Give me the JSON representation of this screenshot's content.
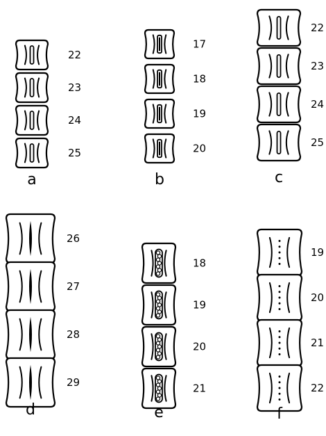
{
  "panels": [
    {
      "id": "a",
      "label": "a",
      "vertebrae": [
        "22",
        "23",
        "24",
        "25"
      ]
    },
    {
      "id": "b",
      "label": "b",
      "vertebrae": [
        "17",
        "18",
        "19",
        "20"
      ]
    },
    {
      "id": "c",
      "label": "c",
      "vertebrae": [
        "22",
        "23",
        "24",
        "25"
      ]
    },
    {
      "id": "d",
      "label": "d",
      "vertebrae": [
        "26",
        "27",
        "28",
        "29"
      ]
    },
    {
      "id": "e",
      "label": "e",
      "vertebrae": [
        "18",
        "19",
        "20",
        "21"
      ]
    },
    {
      "id": "f",
      "label": "f",
      "vertebrae": [
        "19",
        "20",
        "21",
        "22"
      ]
    }
  ]
}
